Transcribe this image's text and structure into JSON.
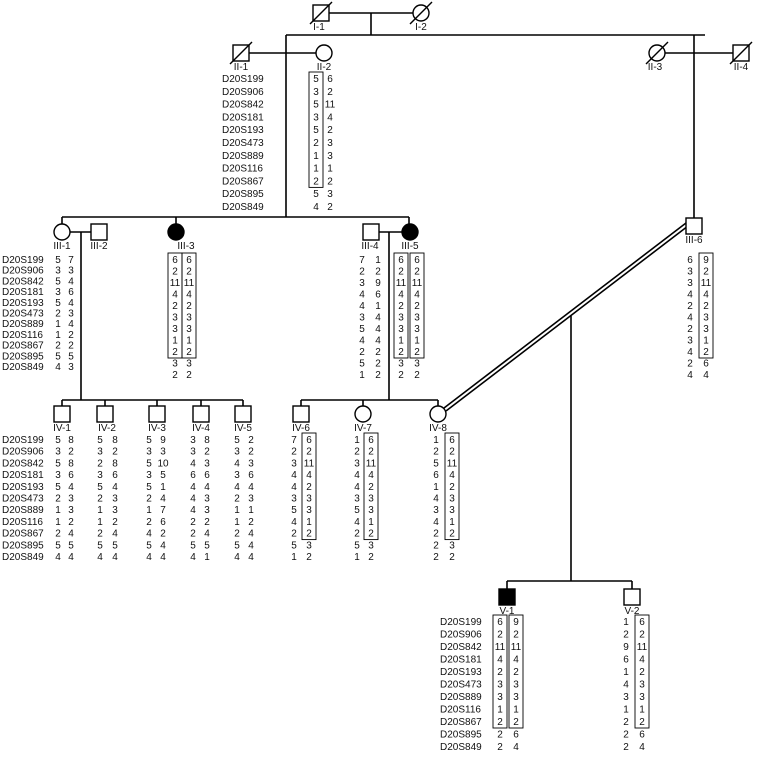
{
  "markers": [
    "D20S199",
    "D20S906",
    "D20S842",
    "D20S181",
    "D20S193",
    "D20S473",
    "D20S889",
    "D20S116",
    "D20S867",
    "D20S895",
    "D20S849"
  ],
  "individuals": {
    "I-1": {
      "label": "I-1",
      "sex": "male",
      "affected": false,
      "deceased": true,
      "haplotypes": null
    },
    "I-2": {
      "label": "I-2",
      "sex": "female",
      "affected": false,
      "deceased": true,
      "haplotypes": null
    },
    "II-1": {
      "label": "II-1",
      "sex": "male",
      "affected": false,
      "deceased": true,
      "haplotypes": null
    },
    "II-2": {
      "label": "II-2",
      "sex": "female",
      "affected": false,
      "deceased": false,
      "haplotypes": [
        [
          "5",
          "3",
          "5",
          "3",
          "5",
          "2",
          "1",
          "1",
          "2",
          "5",
          "4"
        ],
        [
          "6",
          "2",
          "11",
          "4",
          "2",
          "3",
          "3",
          "1",
          "2",
          "3",
          "2"
        ]
      ]
    },
    "II-3": {
      "label": "II-3",
      "sex": "female",
      "affected": false,
      "deceased": true,
      "haplotypes": null
    },
    "II-4": {
      "label": "II-4",
      "sex": "male",
      "affected": false,
      "deceased": true,
      "haplotypes": null
    },
    "III-1": {
      "label": "III-1",
      "sex": "female",
      "affected": false,
      "deceased": false,
      "haplotypes": [
        [
          "5",
          "3",
          "5",
          "3",
          "5",
          "2",
          "1",
          "1",
          "2",
          "5",
          "4"
        ],
        [
          "7",
          "3",
          "4",
          "6",
          "4",
          "3",
          "4",
          "2",
          "2",
          "5",
          "3"
        ]
      ]
    },
    "III-2": {
      "label": "III-2",
      "sex": "male",
      "affected": false,
      "deceased": false,
      "haplotypes": null
    },
    "III-3": {
      "label": "III-3",
      "sex": "female",
      "affected": true,
      "deceased": false,
      "haplotypes": [
        [
          "6",
          "2",
          "11",
          "4",
          "2",
          "3",
          "3",
          "1",
          "2",
          "3",
          "2"
        ],
        [
          "6",
          "2",
          "11",
          "4",
          "2",
          "3",
          "3",
          "1",
          "2",
          "3",
          "2"
        ]
      ]
    },
    "III-4": {
      "label": "III-4",
      "sex": "male",
      "affected": false,
      "deceased": false,
      "haplotypes": [
        [
          "7",
          "2",
          "3",
          "4",
          "4",
          "3",
          "5",
          "4",
          "2",
          "5",
          "1"
        ],
        [
          "1",
          "2",
          "9",
          "6",
          "1",
          "4",
          "4",
          "4",
          "2",
          "2",
          "2"
        ]
      ]
    },
    "III-5": {
      "label": "III-5",
      "sex": "female",
      "affected": true,
      "deceased": false,
      "haplotypes": [
        [
          "6",
          "2",
          "11",
          "4",
          "2",
          "3",
          "3",
          "1",
          "2",
          "3",
          "2"
        ],
        [
          "6",
          "2",
          "11",
          "4",
          "2",
          "3",
          "3",
          "1",
          "2",
          "3",
          "2"
        ]
      ]
    },
    "III-6": {
      "label": "III-6",
      "sex": "male",
      "affected": false,
      "deceased": false,
      "haplotypes": [
        [
          "6",
          "3",
          "3",
          "4",
          "2",
          "4",
          "2",
          "3",
          "4",
          "2",
          "4"
        ],
        [
          "9",
          "2",
          "11",
          "4",
          "2",
          "3",
          "3",
          "1",
          "2",
          "6",
          "4"
        ]
      ]
    },
    "IV-1": {
      "label": "IV-1",
      "sex": "male",
      "affected": false,
      "deceased": false,
      "haplotypes": [
        [
          "5",
          "3",
          "5",
          "3",
          "5",
          "2",
          "1",
          "1",
          "2",
          "5",
          "4"
        ],
        [
          "8",
          "2",
          "8",
          "6",
          "4",
          "3",
          "3",
          "2",
          "4",
          "5",
          "4"
        ]
      ]
    },
    "IV-2": {
      "label": "IV-2",
      "sex": "male",
      "affected": false,
      "deceased": false,
      "haplotypes": [
        [
          "5",
          "3",
          "2",
          "3",
          "5",
          "2",
          "1",
          "1",
          "2",
          "5",
          "4"
        ],
        [
          "8",
          "2",
          "8",
          "6",
          "4",
          "3",
          "3",
          "2",
          "4",
          "5",
          "4"
        ]
      ]
    },
    "IV-3": {
      "label": "IV-3",
      "sex": "male",
      "affected": false,
      "deceased": false,
      "haplotypes": [
        [
          "5",
          "3",
          "5",
          "3",
          "5",
          "2",
          "1",
          "2",
          "4",
          "5",
          "4"
        ],
        [
          "9",
          "3",
          "10",
          "5",
          "1",
          "4",
          "7",
          "6",
          "2",
          "4",
          "4"
        ]
      ]
    },
    "IV-4": {
      "label": "IV-4",
      "sex": "male",
      "affected": false,
      "deceased": false,
      "haplotypes": [
        [
          "3",
          "3",
          "4",
          "6",
          "4",
          "4",
          "4",
          "2",
          "2",
          "5",
          "4"
        ],
        [
          "8",
          "2",
          "3",
          "6",
          "4",
          "3",
          "3",
          "2",
          "4",
          "5",
          "1"
        ]
      ]
    },
    "IV-5": {
      "label": "IV-5",
      "sex": "male",
      "affected": false,
      "deceased": false,
      "haplotypes": [
        [
          "5",
          "3",
          "4",
          "3",
          "4",
          "2",
          "1",
          "1",
          "2",
          "5",
          "4"
        ],
        [
          "2",
          "2",
          "3",
          "6",
          "4",
          "3",
          "1",
          "2",
          "4",
          "4",
          "4"
        ]
      ]
    },
    "IV-6": {
      "label": "IV-6",
      "sex": "male",
      "affected": false,
      "deceased": false,
      "haplotypes": [
        [
          "7",
          "2",
          "3",
          "4",
          "4",
          "3",
          "5",
          "4",
          "2",
          "5",
          "1"
        ],
        [
          "6",
          "2",
          "11",
          "4",
          "2",
          "3",
          "3",
          "1",
          "2",
          "3",
          "2"
        ]
      ]
    },
    "IV-7": {
      "label": "IV-7",
      "sex": "female",
      "affected": false,
      "deceased": false,
      "haplotypes": [
        [
          "1",
          "2",
          "3",
          "4",
          "4",
          "3",
          "5",
          "4",
          "2",
          "5",
          "1"
        ],
        [
          "6",
          "2",
          "11",
          "4",
          "2",
          "3",
          "3",
          "1",
          "2",
          "3",
          "2"
        ]
      ]
    },
    "IV-8": {
      "label": "IV-8",
      "sex": "female",
      "affected": false,
      "deceased": false,
      "haplotypes": [
        [
          "1",
          "2",
          "5",
          "6",
          "1",
          "4",
          "3",
          "4",
          "2",
          "2",
          "2"
        ],
        [
          "6",
          "2",
          "11",
          "4",
          "2",
          "3",
          "3",
          "1",
          "2",
          "3",
          "2"
        ]
      ]
    },
    "V-1": {
      "label": "V-1",
      "sex": "male",
      "affected": true,
      "deceased": false,
      "haplotypes": [
        [
          "6",
          "2",
          "11",
          "4",
          "2",
          "3",
          "3",
          "1",
          "2",
          "2",
          "2"
        ],
        [
          "9",
          "2",
          "11",
          "4",
          "2",
          "3",
          "3",
          "1",
          "2",
          "6",
          "4"
        ]
      ]
    },
    "V-2": {
      "label": "V-2",
      "sex": "male",
      "affected": false,
      "deceased": false,
      "haplotypes": [
        [
          "1",
          "2",
          "9",
          "6",
          "1",
          "4",
          "3",
          "1",
          "2",
          "2",
          "2"
        ],
        [
          "6",
          "2",
          "11",
          "4",
          "2",
          "3",
          "3",
          "1",
          "2",
          "6",
          "4"
        ]
      ]
    }
  }
}
